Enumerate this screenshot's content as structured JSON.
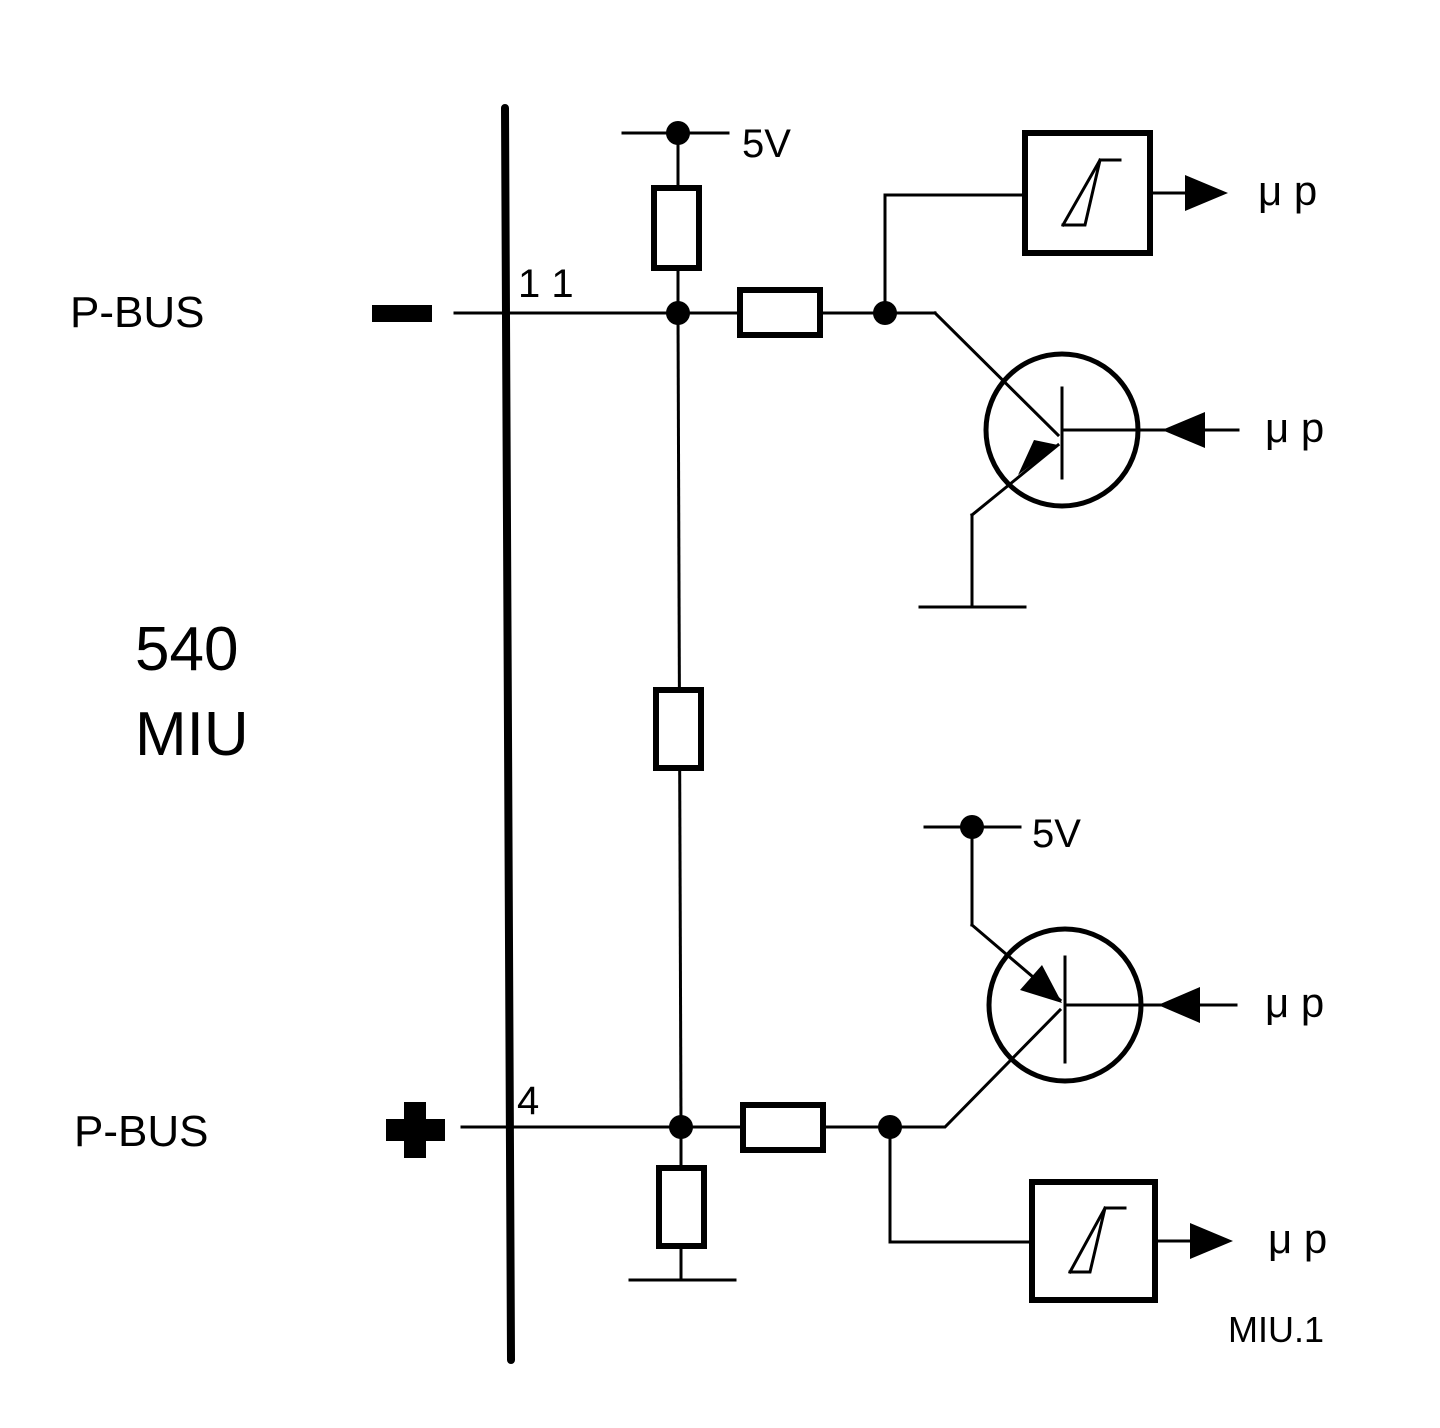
{
  "labels": {
    "pbus_top": "P-BUS",
    "pbus_bottom": "P-BUS",
    "module_number": "540",
    "module_name": "MIU",
    "pin_top": "1 1",
    "pin_bottom": "4",
    "supply_top": "5V",
    "supply_bottom": "5V",
    "mp_1": "μ p",
    "mp_2": "μ p",
    "mp_3": "μ p",
    "mp_4": "μ p",
    "figure_id": "MIU.1"
  }
}
